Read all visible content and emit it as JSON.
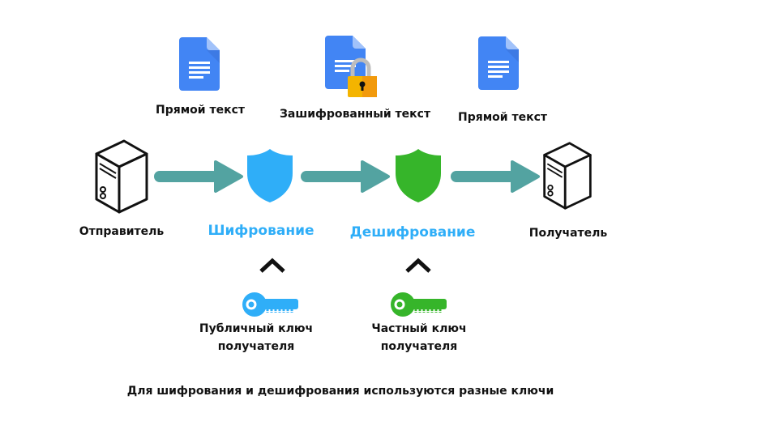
{
  "documents": [
    {
      "label": "Прямой текст",
      "icon": "document-icon",
      "locked": false
    },
    {
      "label": "Зашифрованный текст",
      "icon": "document-lock-icon",
      "locked": true
    },
    {
      "label": "Прямой текст",
      "icon": "document-icon",
      "locked": false
    }
  ],
  "nodes": {
    "sender": {
      "label": "Отправитель",
      "icon": "server-icon"
    },
    "encryption": {
      "label": "Шифрование",
      "icon": "shield-icon",
      "color": "#2FAEF8"
    },
    "decryption": {
      "label": "Дешифрование",
      "icon": "shield-icon",
      "color": "#36B52A"
    },
    "receiver": {
      "label": "Получатель",
      "icon": "server-icon"
    }
  },
  "keys": {
    "public": {
      "line1": "Публичный ключ",
      "line2": "получателя",
      "color": "#2FAEF8",
      "icon": "key-icon"
    },
    "private": {
      "line1": "Частный ключ",
      "line2": "получателя",
      "color": "#36B52A",
      "icon": "key-icon"
    }
  },
  "colors": {
    "arrow": "#53A3A1",
    "doc": "#4285F4",
    "doc_fold": "#A1C2FA",
    "lock_body": "#F4B400",
    "lock_shackle": "#BDBDBD"
  },
  "caption": "Для шифрования и дешифрования используются разные ключи"
}
